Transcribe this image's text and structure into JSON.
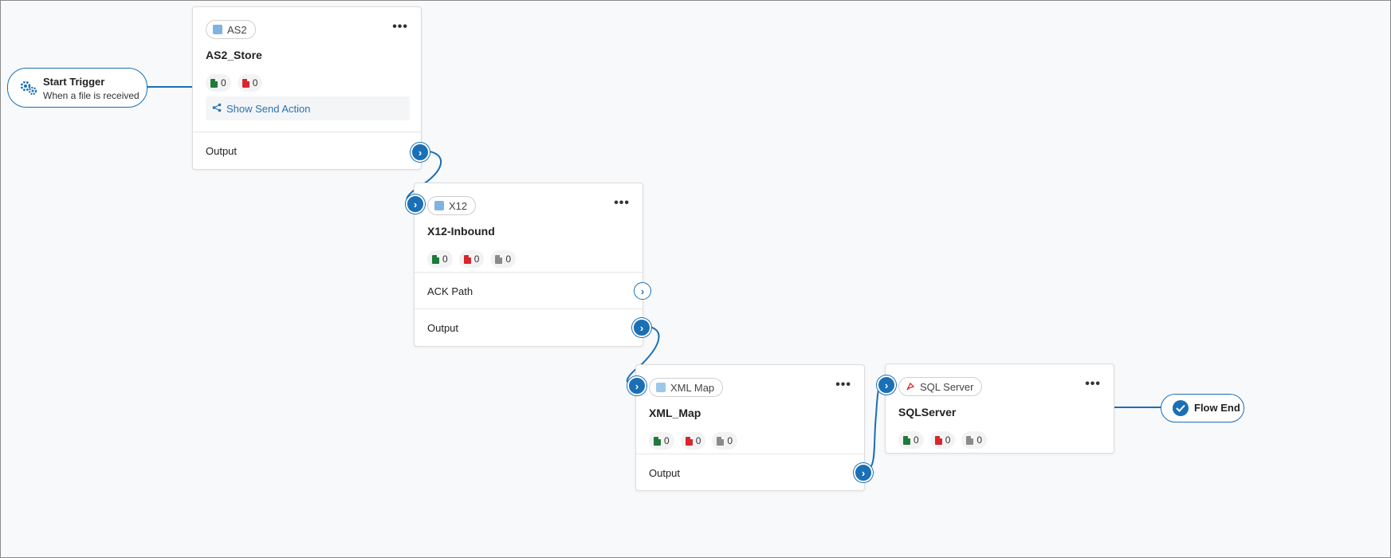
{
  "start_trigger": {
    "title": "Start Trigger",
    "subtitle": "When a file is received",
    "icon": "gears-icon"
  },
  "flow_end": {
    "label": "Flow End",
    "icon": "check-circle-icon"
  },
  "nodes": {
    "as2": {
      "badge": "AS2",
      "name": "AS2_Store",
      "success_count": "0",
      "error_count": "0",
      "show_send_action": "Show Send Action",
      "output_label": "Output"
    },
    "x12": {
      "badge": "X12",
      "name": "X12-Inbound",
      "success_count": "0",
      "error_count": "0",
      "pending_count": "0",
      "ack_label": "ACK Path",
      "output_label": "Output"
    },
    "xmlmap": {
      "badge": "XML Map",
      "name": "XML_Map",
      "success_count": "0",
      "error_count": "0",
      "pending_count": "0",
      "output_label": "Output"
    },
    "sqlserver": {
      "badge": "SQL Server",
      "name": "SQLServer",
      "success_count": "0",
      "error_count": "0",
      "pending_count": "0"
    }
  },
  "more_glyph": "•••",
  "port_glyph": "›",
  "colors": {
    "accent": "#1a6fb5",
    "success": "#1f7a3a",
    "error": "#d8262f",
    "neutral": "#8a8a8a"
  }
}
